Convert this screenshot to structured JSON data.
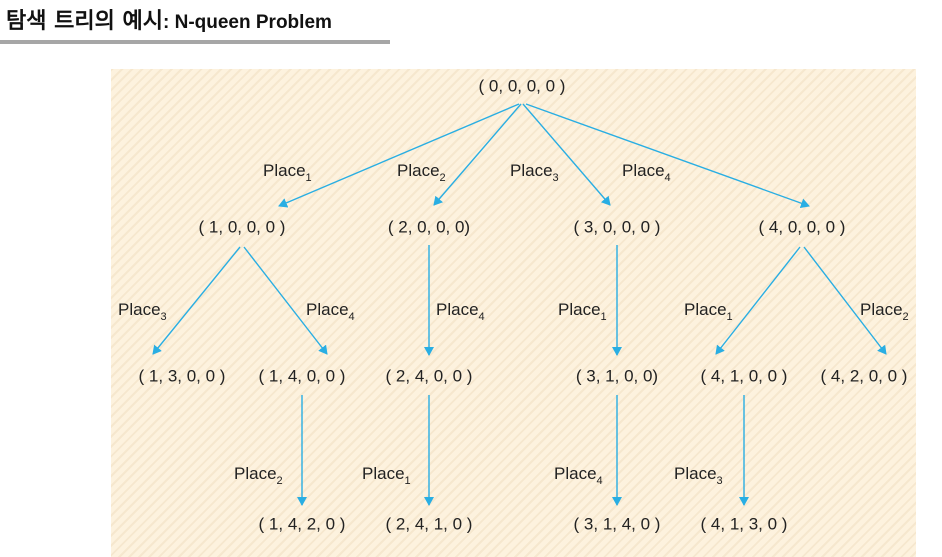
{
  "title": {
    "korean": "탐색 트리의 예시",
    "english": ": N-queen Problem"
  },
  "colors": {
    "edge": "#29aee3",
    "panel_background": "#fdf2de",
    "title_rule": "#a6a6a6"
  },
  "edge_label_base": "Place",
  "nodes": [
    {
      "id": "root",
      "label": "( 0, 0, 0, 0 )"
    },
    {
      "id": "n1000",
      "label": "( 1, 0, 0, 0 )"
    },
    {
      "id": "n2000",
      "label": "( 2, 0, 0, 0)"
    },
    {
      "id": "n3000",
      "label": "( 3, 0, 0, 0 )"
    },
    {
      "id": "n4000",
      "label": "( 4, 0, 0, 0 )"
    },
    {
      "id": "n1300",
      "label": "( 1, 3, 0, 0 )"
    },
    {
      "id": "n1400",
      "label": "( 1, 4, 0, 0 )"
    },
    {
      "id": "n2400",
      "label": "( 2, 4, 0, 0 )"
    },
    {
      "id": "n3100",
      "label": "( 3, 1, 0, 0)"
    },
    {
      "id": "n4100",
      "label": "( 4, 1, 0, 0 )"
    },
    {
      "id": "n4200",
      "label": "( 4, 2, 0, 0 )"
    },
    {
      "id": "n1420",
      "label": "( 1, 4, 2, 0 )"
    },
    {
      "id": "n2410",
      "label": "( 2, 4, 1, 0 )"
    },
    {
      "id": "n3140",
      "label": "( 3, 1, 4, 0 )"
    },
    {
      "id": "n4130",
      "label": "( 4, 1, 3, 0 )"
    }
  ],
  "edges": [
    {
      "from": "root",
      "to": "n1000",
      "sub": "1"
    },
    {
      "from": "root",
      "to": "n2000",
      "sub": "2"
    },
    {
      "from": "root",
      "to": "n3000",
      "sub": "3"
    },
    {
      "from": "root",
      "to": "n4000",
      "sub": "4"
    },
    {
      "from": "n1000",
      "to": "n1300",
      "sub": "3"
    },
    {
      "from": "n1000",
      "to": "n1400",
      "sub": "4"
    },
    {
      "from": "n2000",
      "to": "n2400",
      "sub": "4"
    },
    {
      "from": "n3000",
      "to": "n3100",
      "sub": "1"
    },
    {
      "from": "n4000",
      "to": "n4100",
      "sub": "1"
    },
    {
      "from": "n4000",
      "to": "n4200",
      "sub": "2"
    },
    {
      "from": "n1400",
      "to": "n1420",
      "sub": "2"
    },
    {
      "from": "n2400",
      "to": "n2410",
      "sub": "1"
    },
    {
      "from": "n3100",
      "to": "n3140",
      "sub": "4"
    },
    {
      "from": "n4100",
      "to": "n4130",
      "sub": "3"
    }
  ]
}
